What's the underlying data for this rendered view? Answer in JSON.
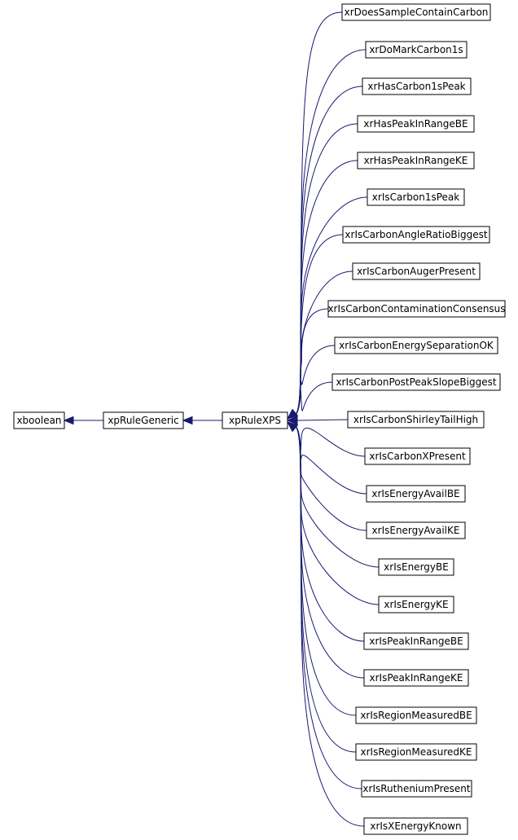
{
  "diagram": {
    "type": "inheritance-graph",
    "edge_color": "#191970",
    "nodes": {
      "root": "xboolean",
      "generic": "xpRuleGeneric",
      "base": "xpRuleXPS"
    },
    "children": [
      "xrDoesSampleContainCarbon",
      "xrDoMarkCarbon1s",
      "xrHasCarbon1sPeak",
      "xrHasPeakInRangeBE",
      "xrHasPeakInRangeKE",
      "xrIsCarbon1sPeak",
      "xrIsCarbonAngleRatioBiggest",
      "xrIsCarbonAugerPresent",
      "xrIsCarbonContaminationConsensus",
      "xrIsCarbonEnergySeparationOK",
      "xrIsCarbonPostPeakSlopeBiggest",
      "xrIsCarbonShirleyTailHigh",
      "xrIsCarbonXPresent",
      "xrIsEnergyAvailBE",
      "xrIsEnergyAvailKE",
      "xrIsEnergyBE",
      "xrIsEnergyKE",
      "xrIsPeakInRangeBE",
      "xrIsPeakInRangeKE",
      "xrIsRegionMeasuredBE",
      "xrIsRegionMeasuredKE",
      "xrIsRutheniumPresent",
      "xrIsXEnergyKnown"
    ]
  }
}
